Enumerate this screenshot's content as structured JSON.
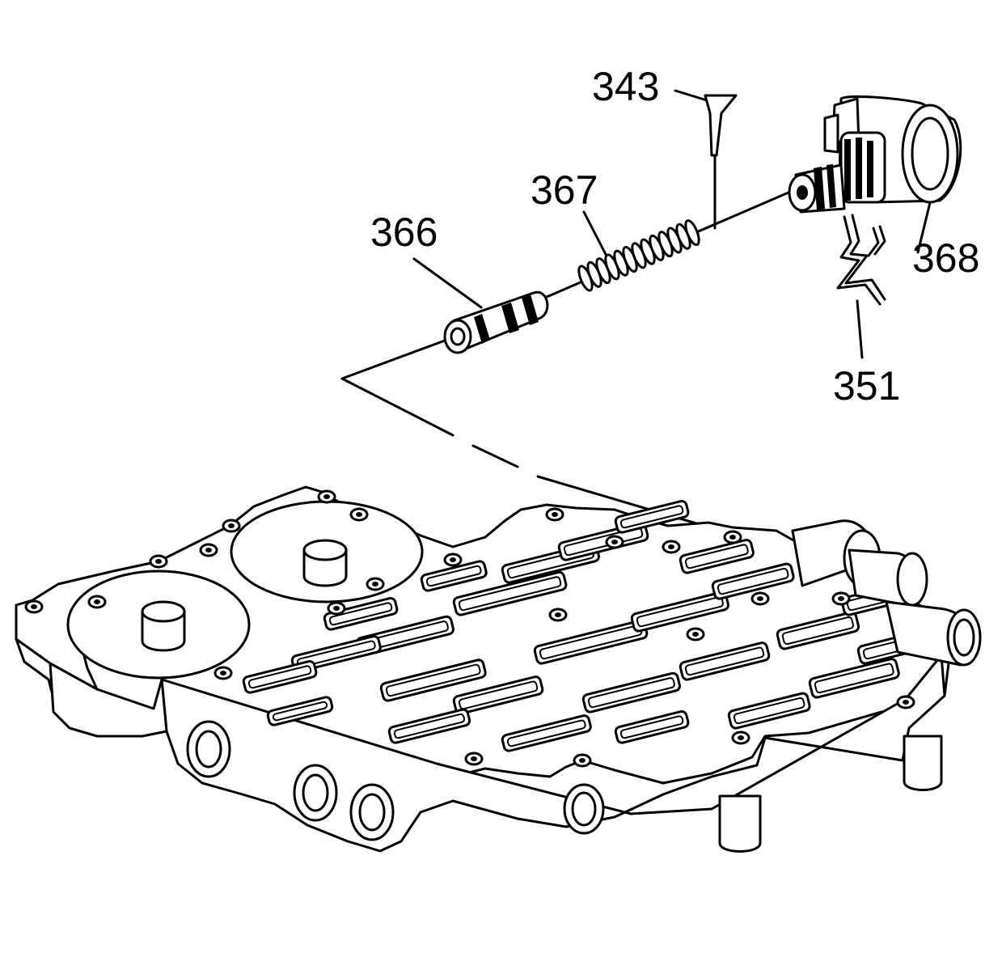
{
  "callouts": {
    "bolt": "343",
    "spring": "367",
    "valve": "366",
    "solenoid": "368",
    "clip": "351"
  },
  "colors": {
    "line": "#000000",
    "background": "#ffffff"
  }
}
